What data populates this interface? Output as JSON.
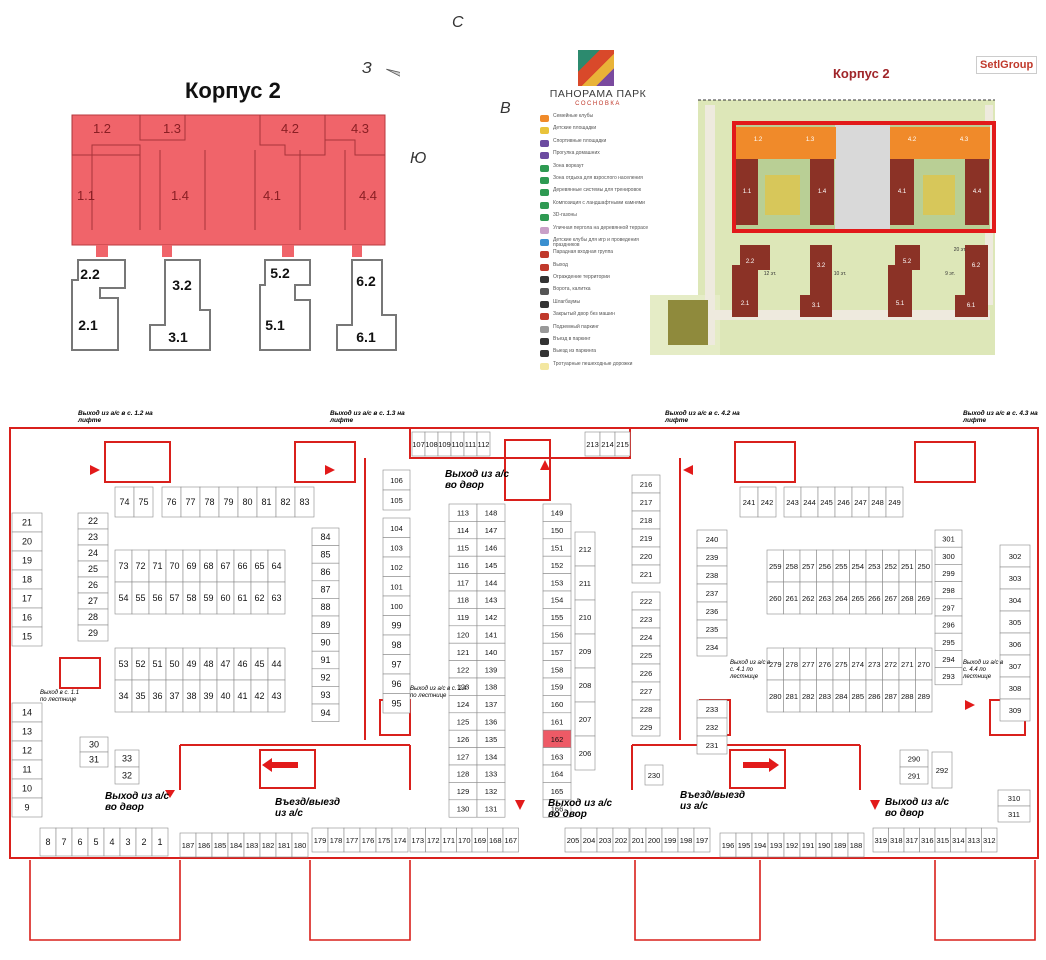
{
  "top_left": {
    "title": "Корпус 2",
    "sections_top": [
      "1.2",
      "1.3",
      "4.2",
      "4.3"
    ],
    "sections_mid": [
      "1.1",
      "1.4",
      "4.1",
      "4.4"
    ],
    "lower": [
      "2.2",
      "2.1",
      "3.2",
      "3.1",
      "5.2",
      "5.1",
      "6.2",
      "6.1"
    ],
    "compass": {
      "n": "С",
      "w": "З",
      "e": "В",
      "s": "Ю"
    },
    "highlight_color": "#f0646a"
  },
  "brand": {
    "name": "ПАНОРАМА ПАРК",
    "sub": "СОСНОВКА",
    "partner": "SetlGroup"
  },
  "site_plan": {
    "title": "Корпус 2",
    "legend": [
      "Семейные клубы",
      "Детские площадки",
      "Спортивные площадки",
      "Прогулка домашних",
      "Зона воркаут",
      "Зона отдыха для взрослого населения",
      "Деревянные системы для тренировок",
      "Композиция с ландшафтными камнями",
      "3D-газоны",
      "Уличная пергола на деревянной террасе",
      "Детские клубы для игр и проведения праздников",
      "Парадная входная группа",
      "Выход",
      "Ограждение территории",
      "Ворота, калитка",
      "Шлагбаумы",
      "Закрытый двор без машин",
      "Подземный паркинг",
      "Въезд в паркинг",
      "Выезд из паркинга",
      "Тротуарные пешеходные дорожки"
    ],
    "blocks": [
      "1.2",
      "1.3",
      "4.2",
      "4.3",
      "1.1",
      "1.4",
      "4.1",
      "4.4",
      "2.2",
      "2.1",
      "3.2",
      "3.1",
      "5.2",
      "5.1",
      "6.2",
      "6.1"
    ],
    "floors": [
      "12 эт.",
      "10 эт.",
      "9 эт.",
      "20 эт."
    ]
  },
  "parking": {
    "exit_labels": [
      "Выход из а/с в с. 1.2 на лифте",
      "Выход из а/с в с. 1.3 на лифте",
      "Выход из а/с в с. 4.2 на лифте",
      "Выход из а/с в с. 4.3 на лифте",
      "Выход из а/с во двор",
      "Выход из а/с во двор",
      "Выход из а/с во двор",
      "Выход из а/с во двор",
      "Въезд/выезд из а/с",
      "Въезд/выезд из а/с",
      "Выход в с. 1.1 по лестнице",
      "Выход из а/с в с. 2.4 по лестнице",
      "Выход из а/с в с. 4.1 по лестнице",
      "Выход из а/с в с. 4.4 по лестнице"
    ],
    "highlight_space": "162",
    "highlight_color": "#ee5a66",
    "line_color": "#d9201c",
    "groups": {
      "g01": [
        "107",
        "108",
        "109",
        "110",
        "111",
        "112"
      ],
      "g02": [
        "213",
        "214",
        "215"
      ],
      "g03": [
        "74",
        "75"
      ],
      "g04": [
        "76",
        "77",
        "78",
        "79",
        "80",
        "81",
        "82",
        "83"
      ],
      "g05": [
        "241",
        "242"
      ],
      "g06": [
        "243",
        "244",
        "245",
        "246",
        "247",
        "248",
        "249"
      ],
      "g07": [
        "106",
        "105"
      ],
      "g08": [
        "21",
        "20",
        "19",
        "18",
        "17",
        "16",
        "15"
      ],
      "g09": [
        "22",
        "23",
        "24",
        "25",
        "26",
        "27",
        "28",
        "29"
      ],
      "g10": [
        "14",
        "13",
        "12",
        "11",
        "10",
        "9"
      ],
      "g11": [
        "30",
        "31"
      ],
      "g12": [
        "33",
        "32"
      ],
      "g13": [
        "73",
        "72",
        "71",
        "70",
        "69",
        "68",
        "67",
        "66",
        "65",
        "64"
      ],
      "g14": [
        "54",
        "55",
        "56",
        "57",
        "58",
        "59",
        "60",
        "61",
        "62",
        "63"
      ],
      "g15": [
        "53",
        "52",
        "51",
        "50",
        "49",
        "48",
        "47",
        "46",
        "45",
        "44"
      ],
      "g16": [
        "34",
        "35",
        "36",
        "37",
        "38",
        "39",
        "40",
        "41",
        "42",
        "43"
      ],
      "g17": [
        "84",
        "85",
        "86",
        "87",
        "88",
        "89",
        "90",
        "91",
        "92",
        "93",
        "94"
      ],
      "g18": [
        "104",
        "103",
        "102",
        "101",
        "100",
        "99",
        "98",
        "97",
        "96",
        "95"
      ],
      "g19": [
        "113",
        "114",
        "115",
        "116",
        "117",
        "118",
        "119",
        "120",
        "121",
        "122",
        "123",
        "124",
        "125",
        "126",
        "127",
        "128",
        "129",
        "130"
      ],
      "g20": [
        "148",
        "147",
        "146",
        "145",
        "144",
        "143",
        "142",
        "141",
        "140",
        "139",
        "138",
        "137",
        "136",
        "135",
        "134",
        "133",
        "132",
        "131"
      ],
      "g21": [
        "149",
        "150",
        "151",
        "152",
        "153",
        "154",
        "155",
        "156",
        "157",
        "158",
        "159",
        "160",
        "161",
        "162",
        "163",
        "164",
        "165",
        "166"
      ],
      "g22": [
        "212",
        "211",
        "210",
        "209",
        "208",
        "207",
        "206"
      ],
      "g23": [
        "216",
        "217",
        "218",
        "219",
        "220",
        "221"
      ],
      "g24": [
        "222",
        "223",
        "224",
        "225",
        "226",
        "227",
        "228",
        "229"
      ],
      "g25": [
        "240",
        "239",
        "238",
        "237",
        "236",
        "235",
        "234"
      ],
      "g26": [
        "233",
        "232",
        "231"
      ],
      "g27": [
        "230"
      ],
      "g28": [
        "259",
        "258",
        "257",
        "256",
        "255",
        "254",
        "253",
        "252",
        "251",
        "250"
      ],
      "g29": [
        "260",
        "261",
        "262",
        "263",
        "264",
        "265",
        "266",
        "267",
        "268",
        "269"
      ],
      "g30": [
        "279",
        "278",
        "277",
        "276",
        "275",
        "274",
        "273",
        "272",
        "271",
        "270"
      ],
      "g31": [
        "280",
        "281",
        "282",
        "283",
        "284",
        "285",
        "286",
        "287",
        "288",
        "289"
      ],
      "g32": [
        "301",
        "300",
        "299",
        "298",
        "297",
        "296",
        "295",
        "294",
        "293"
      ],
      "g33": [
        "302",
        "303",
        "304",
        "305",
        "306",
        "307",
        "308",
        "309"
      ],
      "g34": [
        "290",
        "291"
      ],
      "g35": [
        "292"
      ],
      "g36": [
        "310",
        "311"
      ],
      "g37": [
        "8",
        "7",
        "6",
        "5",
        "4",
        "3",
        "2",
        "1"
      ],
      "g38": [
        "187",
        "186",
        "185",
        "184",
        "183",
        "182",
        "181",
        "180"
      ],
      "g39": [
        "179",
        "178",
        "177",
        "176",
        "175",
        "174"
      ],
      "g40": [
        "173",
        "172",
        "171",
        "170",
        "169",
        "168",
        "167"
      ],
      "g41": [
        "205",
        "204",
        "203",
        "202"
      ],
      "g42": [
        "201",
        "200",
        "199",
        "198",
        "197"
      ],
      "g43": [
        "196",
        "195",
        "194",
        "193",
        "192",
        "191",
        "190",
        "189",
        "188"
      ],
      "g44": [
        "319",
        "318",
        "317",
        "316",
        "315",
        "314",
        "313",
        "312"
      ]
    }
  }
}
